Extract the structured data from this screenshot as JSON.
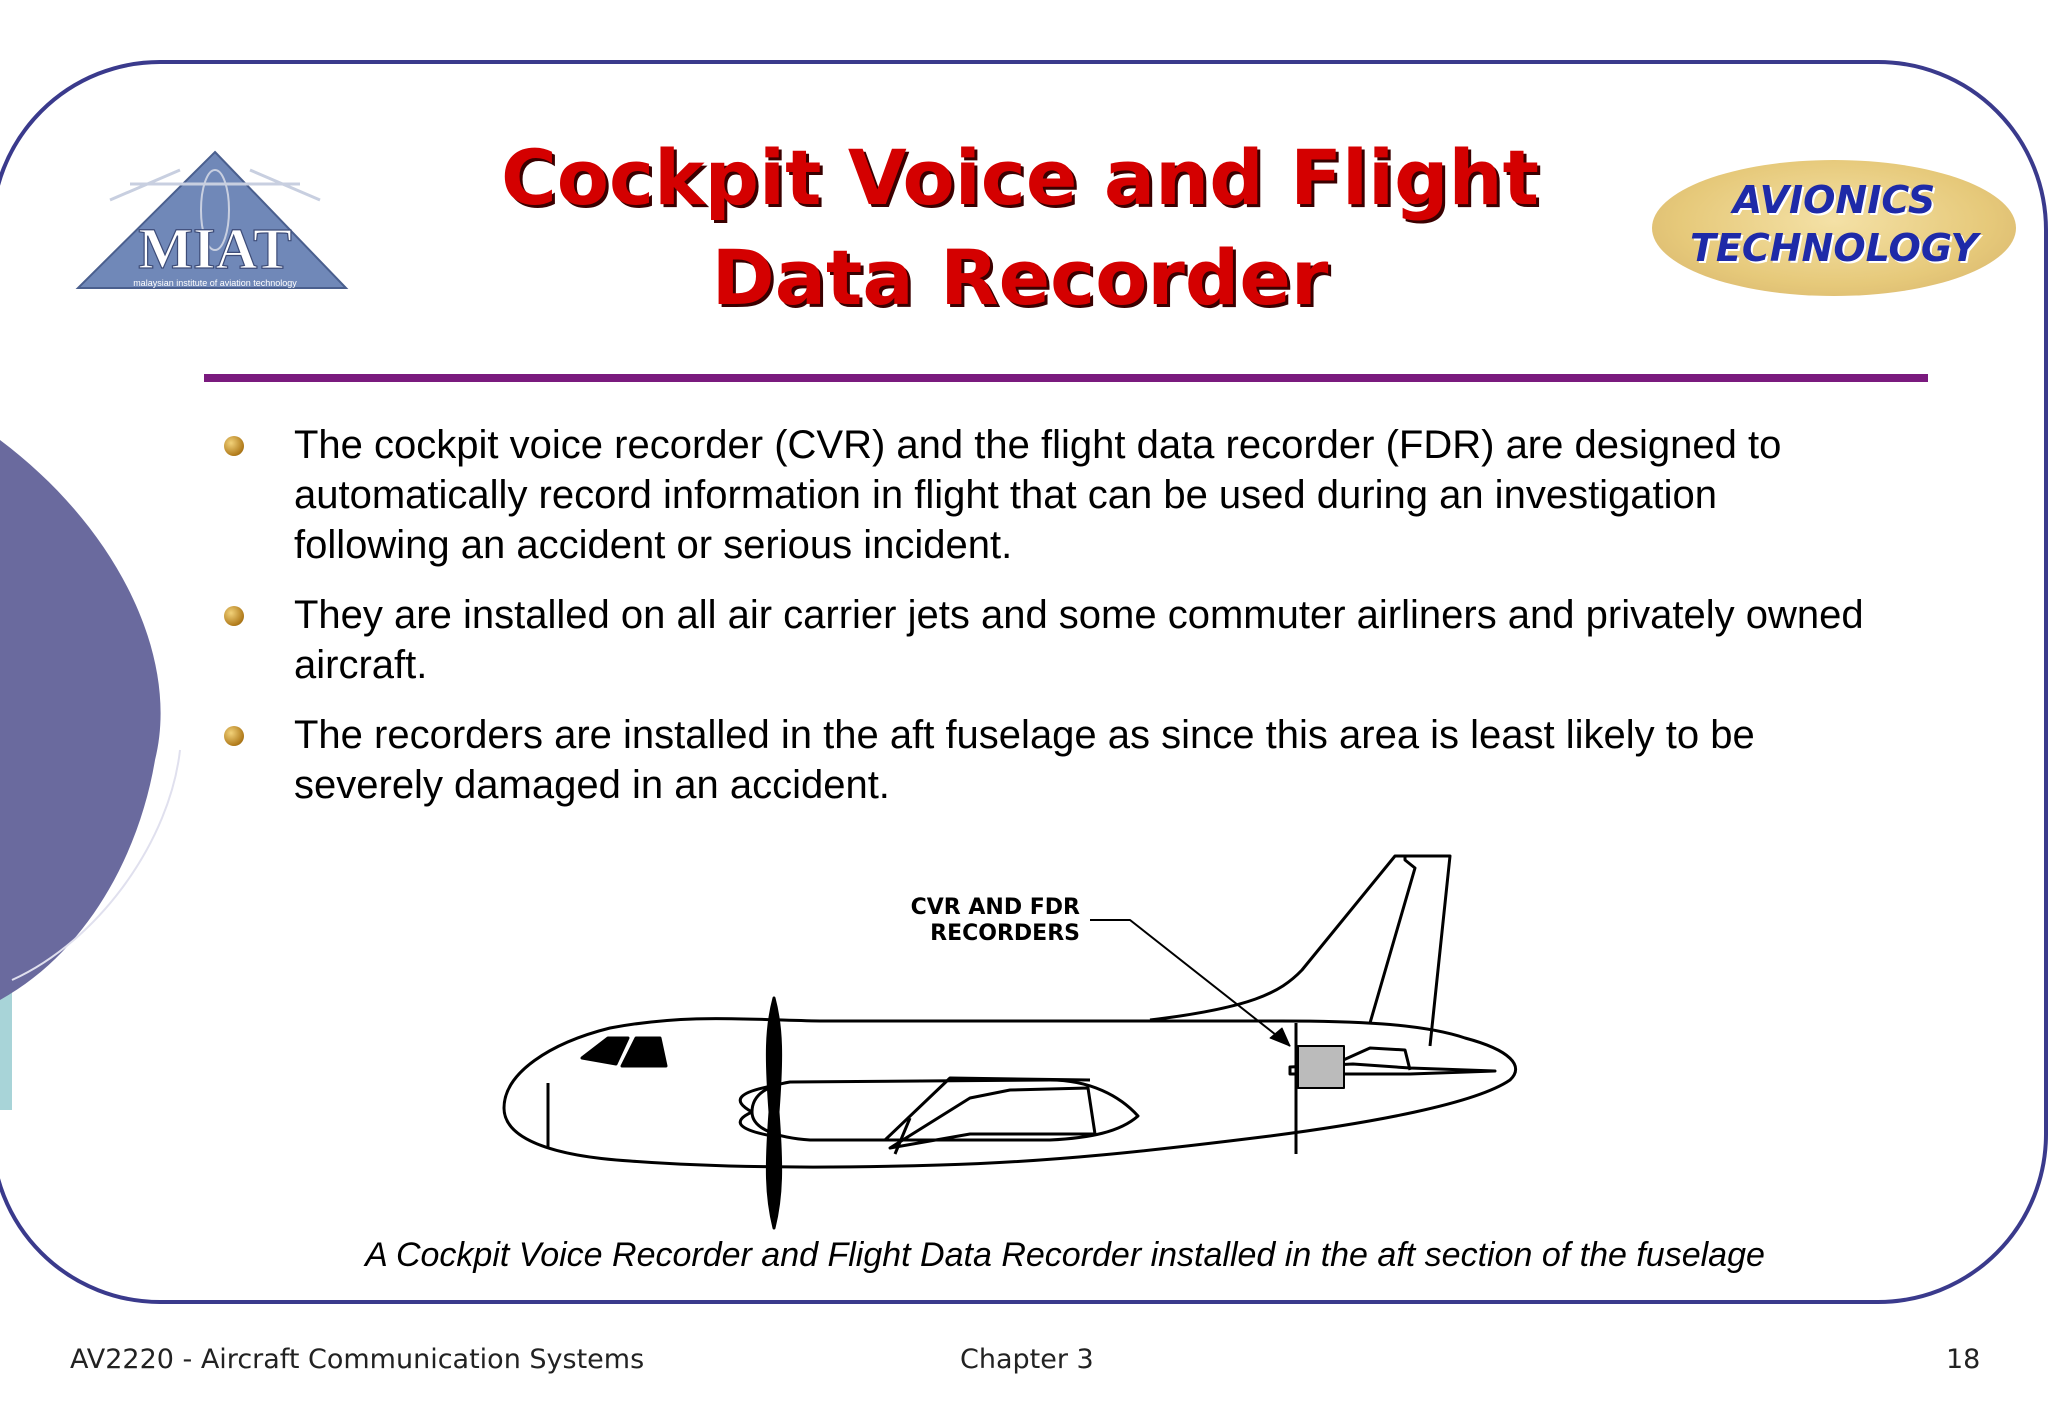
{
  "logo": {
    "text": "MIAT",
    "subtitle": "malaysian institute of aviation technology"
  },
  "title": {
    "line1": "Cockpit Voice and Flight",
    "line2": "Data Recorder"
  },
  "badge": {
    "line1": "AVIONICS",
    "line2": "TECHNOLOGY"
  },
  "bullets": [
    "The cockpit voice recorder (CVR) and the flight data recorder (FDR) are designed to automatically record information in flight that can be used during an investigation following an accident or serious incident.",
    "They are installed on all air carrier jets and some commuter airliners and privately owned aircraft.",
    "The recorders are installed in the aft fuselage as since this area is least likely to be severely damaged in an accident."
  ],
  "diagram": {
    "label_line1": "CVR AND FDR",
    "label_line2": "RECORDERS"
  },
  "caption": "A Cockpit Voice Recorder and Flight Data Recorder installed in the aft section of the fuselage",
  "footer": {
    "course": "AV2220 - Aircraft Communication Systems",
    "chapter": "Chapter 3",
    "page": "18"
  },
  "colors": {
    "frame": "#3a3a8c",
    "title": "#d40000",
    "rule": "#7a1a7e",
    "badge_text": "#1e2aa8",
    "deco_circle": "#6a6a9e",
    "deco_bar": "#a8d4d8"
  }
}
